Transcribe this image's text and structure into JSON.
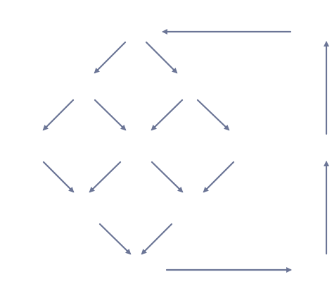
{
  "diagram": {
    "type": "arrow-lattice",
    "arrow_color": "#6b7596",
    "background": "#ffffff",
    "labels": [],
    "arrow_groups": [
      {
        "name": "top-level",
        "count": 2,
        "directions": [
          "down-left",
          "down-right"
        ]
      },
      {
        "name": "second-level",
        "count": 4,
        "directions": [
          "down-left",
          "down-right",
          "down-left",
          "down-right"
        ]
      },
      {
        "name": "third-level",
        "count": 4,
        "directions": [
          "down-right",
          "down-left",
          "down-right",
          "down-left"
        ]
      },
      {
        "name": "bottom-level",
        "count": 2,
        "directions": [
          "down-right",
          "down-left"
        ]
      },
      {
        "name": "feedback-loop",
        "count": 4,
        "directions": [
          "right",
          "up",
          "up",
          "left"
        ]
      }
    ]
  }
}
